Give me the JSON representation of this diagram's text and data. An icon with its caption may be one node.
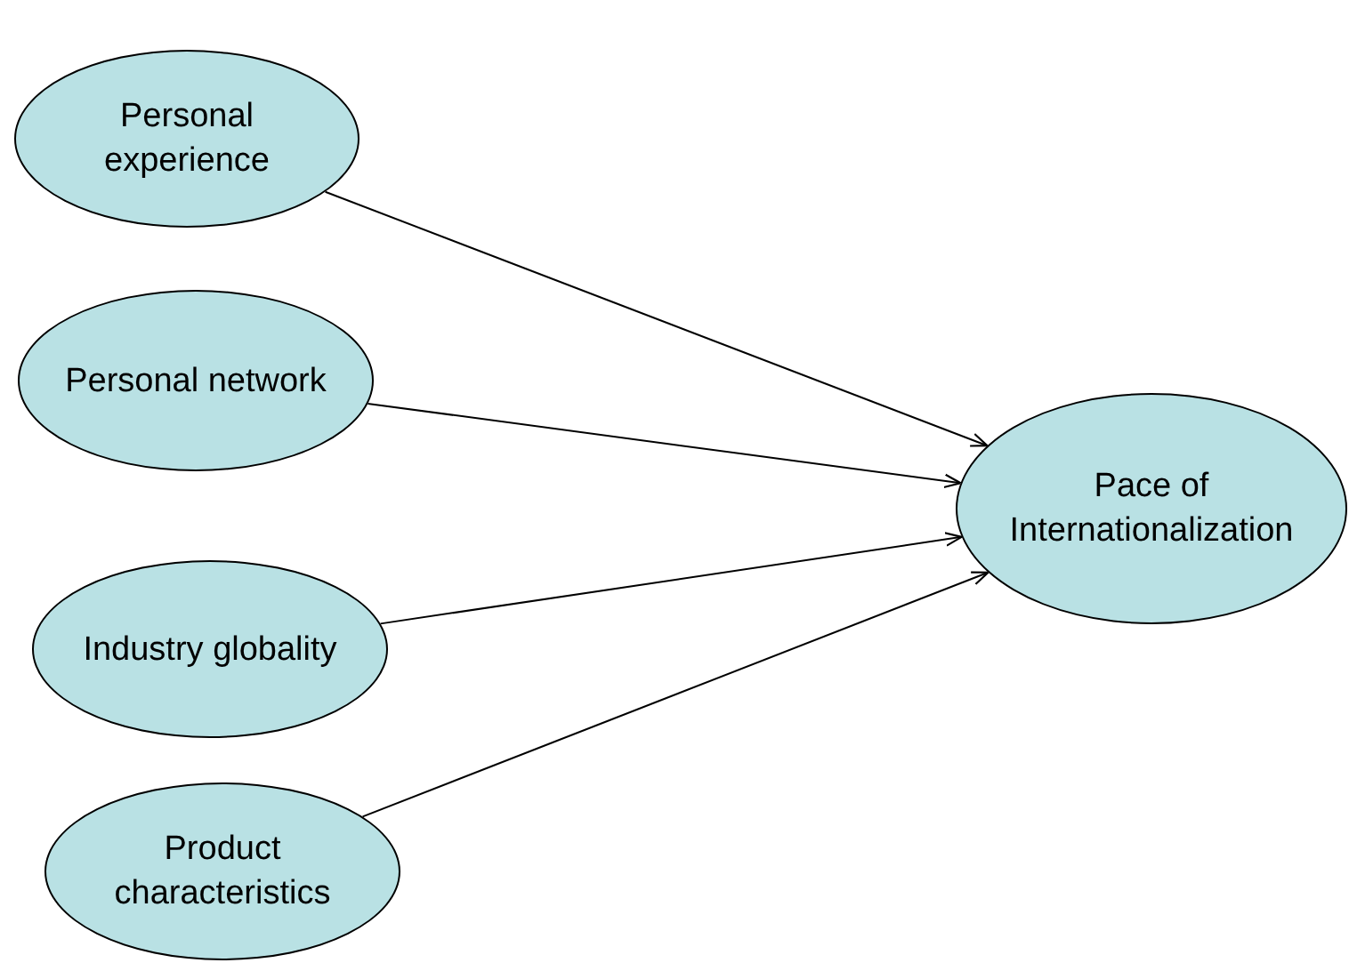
{
  "diagram": {
    "nodes": [
      {
        "text": [
          "Personal experience"
        ]
      },
      {
        "text": [
          "Personal network"
        ]
      },
      {
        "text": [
          "Industry globality"
        ]
      },
      {
        "text": [
          "Product characteristics"
        ]
      },
      {
        "text": [
          "Pace of Internationalization"
        ]
      }
    ],
    "edges": [
      {
        "from": 0,
        "to": 4,
        "arrow": "to"
      },
      {
        "from": 1,
        "to": 4,
        "arrow": "to"
      },
      {
        "from": 2,
        "to": 4,
        "arrow": "to"
      },
      {
        "from": 3,
        "to": 4,
        "arrow": "to"
      }
    ]
  }
}
